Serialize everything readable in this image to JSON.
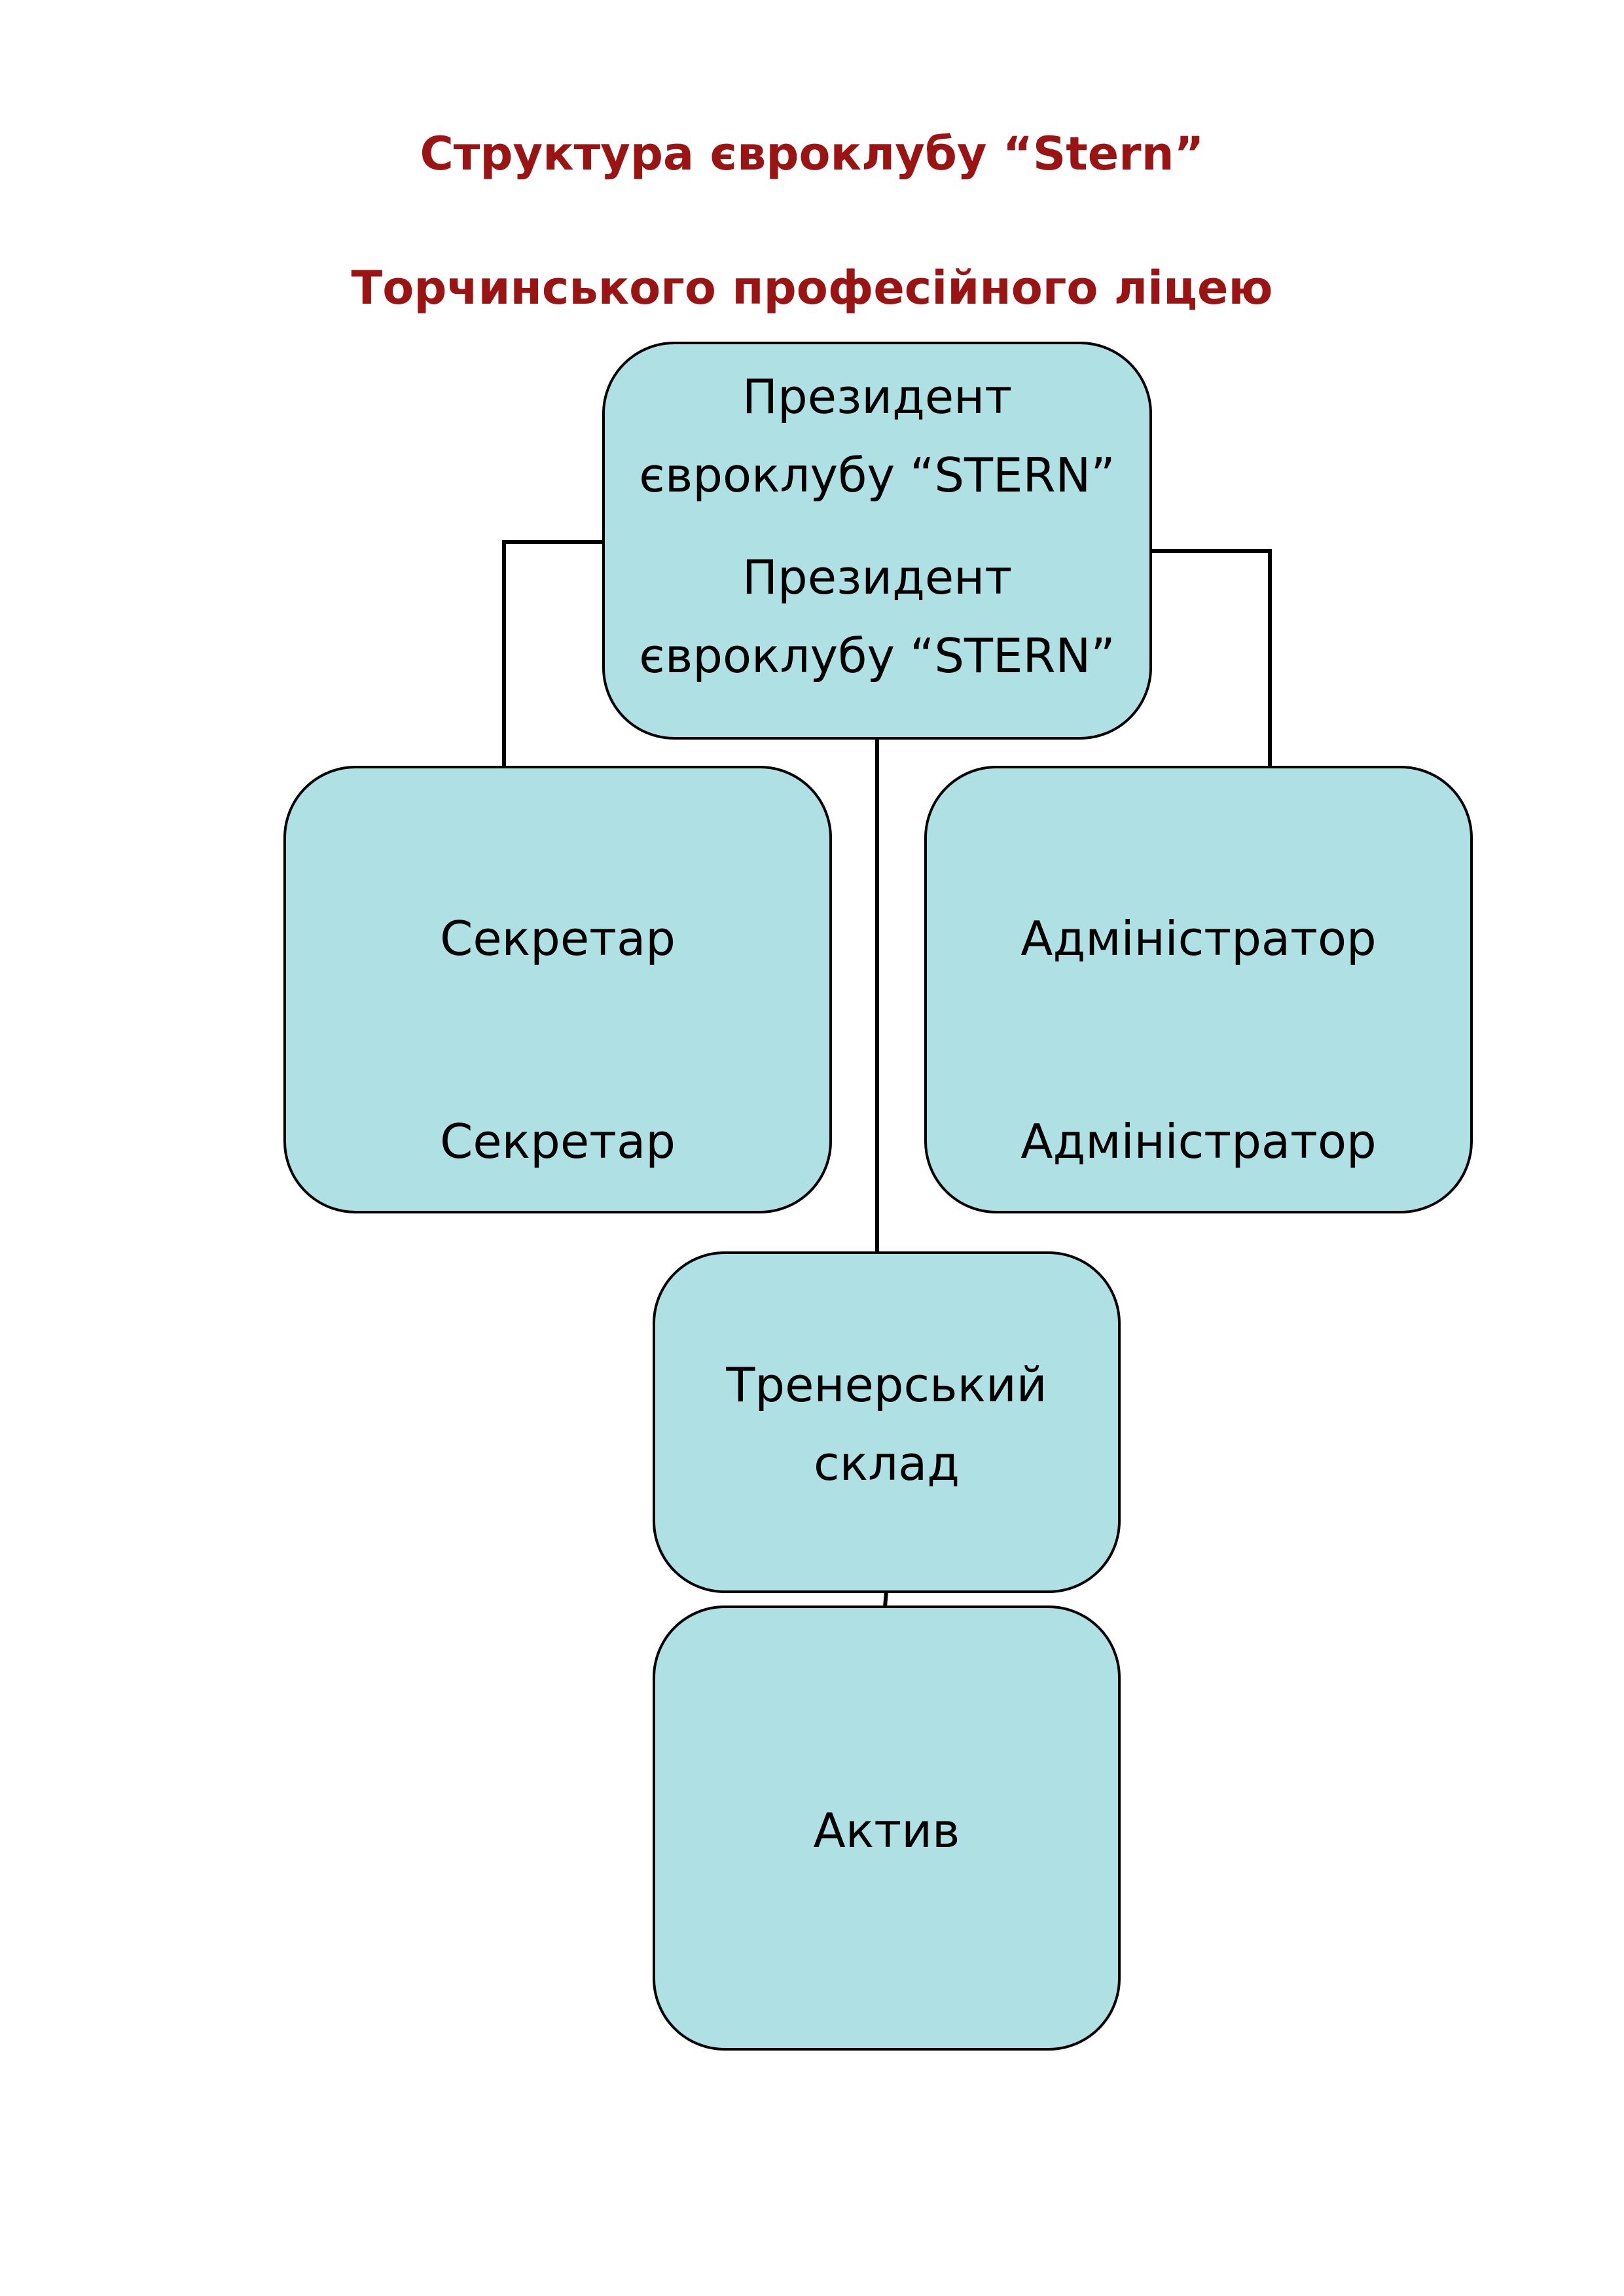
{
  "title": {
    "line1": "Структура євроклубу “Stern”",
    "line2": "Торчинського професійного ліцею"
  },
  "colors": {
    "title": "#9b1414",
    "node_fill": "#aee0e4",
    "node_border": "#000000",
    "connector": "#000000"
  },
  "nodes": {
    "president": {
      "label_1": "Президент",
      "label_2": "євроклубу “STERN”",
      "label_3": "Президент",
      "label_4": "євроклубу “STERN”"
    },
    "secretary": {
      "label_1": "Секретар",
      "label_2": "Секретар"
    },
    "administrator": {
      "label_1": "Адміністратор",
      "label_2": "Адміністратор"
    },
    "coaches": {
      "label_1": "Тренерський",
      "label_2": "склад"
    },
    "activists": {
      "label_1": "Актив"
    }
  },
  "edges": [
    {
      "from": "president",
      "to": "secretary"
    },
    {
      "from": "president",
      "to": "administrator"
    },
    {
      "from": "president",
      "to": "coaches"
    },
    {
      "from": "coaches",
      "to": "activists"
    }
  ]
}
